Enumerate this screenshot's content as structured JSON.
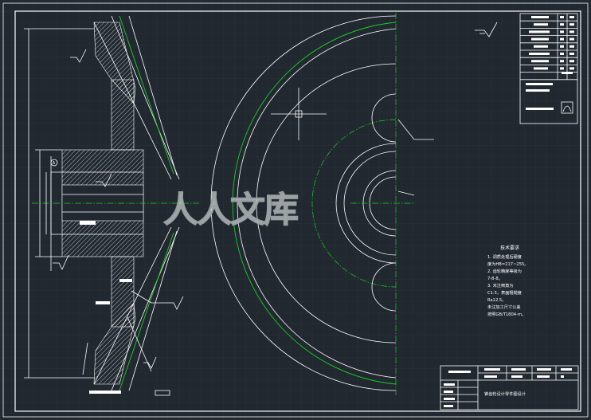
{
  "drawing": {
    "watermark": "人人文库",
    "tech_requirements": {
      "title": "技术要求",
      "lines": [
        "1. 调质处理后硬度",
        "度为HB=217~255。",
        "2. 齿轮精度等级为",
        "7-8-8。",
        "3. 未注倒角为",
        "C1.5，表面粗糙度",
        "Ra12.5。",
        "未注加工尺寸公差",
        "按照GB/T1804-m。"
      ]
    },
    "title_block": {
      "drawing_name": "锥齿轮设计零件图设计"
    },
    "roughness_symbol": "√",
    "datum_letter": "A",
    "colors": {
      "background": "#212830",
      "geometry": "#ffffff",
      "centerline": "#19d21f",
      "grid": "#2b333b"
    }
  }
}
